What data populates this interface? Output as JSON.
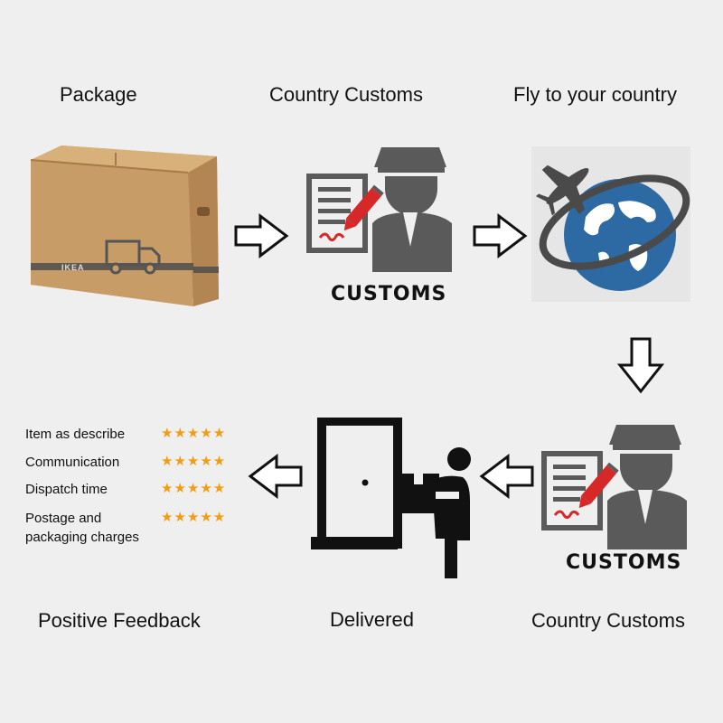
{
  "steps": {
    "package": "Package",
    "customs_top": "Country Customs",
    "fly": "Fly to your country",
    "customs_bottom": "Country Customs",
    "delivered": "Delivered",
    "feedback": "Positive Feedback"
  },
  "customs_sign": "CUSTOMS",
  "box_brand": "IKEA",
  "feedback_items": [
    {
      "label": "Item as describe",
      "stars": 5
    },
    {
      "label": "Communication",
      "stars": 5
    },
    {
      "label": "Dispatch time",
      "stars": 5
    },
    {
      "label": "Postage and\npackaging charges",
      "stars": 5
    }
  ],
  "colors": {
    "background": "#efefef",
    "icon_gray": "#5a5a5a",
    "accent_red": "#d62828",
    "globe_blue": "#2d6aa3",
    "star_orange": "#f39c12",
    "box_brown": "#c69a62"
  }
}
